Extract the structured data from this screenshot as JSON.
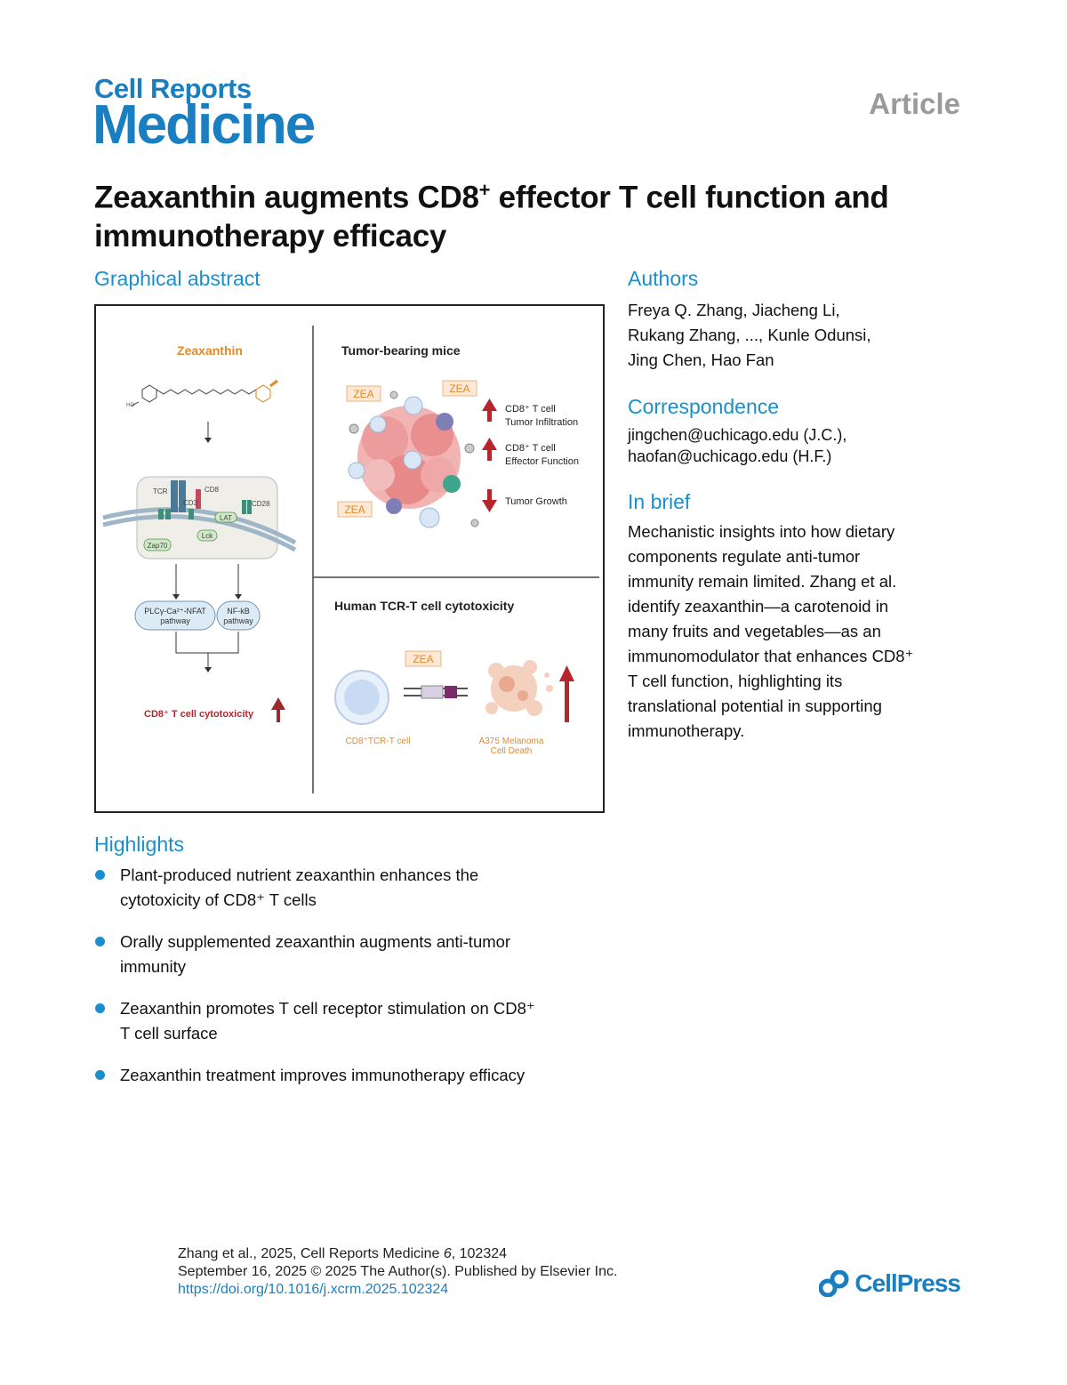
{
  "masthead": {
    "journal_line1": "Cell Reports",
    "journal_line2": "Medicine",
    "article_type": "Article"
  },
  "title": {
    "part1": "Zeaxanthin augments CD8",
    "sup": "+",
    "part2": " effector T cell function and immunotherapy efficacy"
  },
  "graphical_abstract": {
    "heading": "Graphical abstract",
    "left_panel": {
      "compound": "Zeaxanthin",
      "receptor_labels": [
        "TCR",
        "CD8",
        "CD3",
        "LAT",
        "CD28",
        "Zap70",
        "Lck"
      ],
      "pathway1_line1": "PLCγ-Ca²⁺-NFAT",
      "pathway1_line2": "pathway",
      "pathway2_line1": "NF-kB",
      "pathway2_line2": "pathway",
      "outcome": "CD8⁺ T cell cytotoxicity"
    },
    "top_right_panel": {
      "title": "Tumor-bearing mice",
      "zea_tag": "ZEA",
      "effect1_line1": "CD8⁺ T cell",
      "effect1_line2": "Tumor Infiltration",
      "effect2_line1": "CD8⁺ T cell",
      "effect2_line2": "Effector Function",
      "effect3": "Tumor Growth"
    },
    "bottom_right_panel": {
      "title": "Human TCR-T cell cytotoxicity",
      "zea_tag": "ZEA",
      "cell_label": "CD8⁺TCR-T cell",
      "target_line1": "A375 Melanoma",
      "target_line2": "Cell Death"
    }
  },
  "authors": {
    "heading": "Authors",
    "line1": "Freya Q. Zhang, Jiacheng Li,",
    "line2": "Rukang Zhang, ..., Kunle Odunsi,",
    "line3": "Jing Chen, Hao Fan"
  },
  "correspondence": {
    "heading": "Correspondence",
    "line1": "jingchen@uchicago.edu (J.C.),",
    "line2": "haofan@uchicago.edu (H.F.)"
  },
  "in_brief": {
    "heading": "In brief",
    "lines": [
      "Mechanistic insights into how dietary",
      "components regulate anti-tumor",
      "immunity remain limited. Zhang et al.",
      "identify zeaxanthin—a carotenoid in",
      "many fruits and vegetables—as an",
      "immunomodulator that enhances CD8⁺",
      "T cell function, highlighting its",
      "translational potential in supporting",
      "immunotherapy."
    ]
  },
  "highlights": {
    "heading": "Highlights",
    "items": [
      {
        "line1": "Plant-produced nutrient zeaxanthin enhances the",
        "line2": "cytotoxicity of CD8⁺ T cells"
      },
      {
        "line1": "Orally supplemented zeaxanthin augments anti-tumor",
        "line2": "immunity"
      },
      {
        "line1": "Zeaxanthin promotes T cell receptor stimulation on CD8⁺",
        "line2": "T cell surface"
      },
      {
        "line1": "Zeaxanthin treatment improves immunotherapy efficacy",
        "line2": ""
      }
    ]
  },
  "footer": {
    "citation_authors": "Zhang et al., 2025, Cell Reports Medicine ",
    "citation_volume": "6",
    "citation_article": ", 102324",
    "date_line": "September 16, 2025 © 2025 The Author(s). Published by Elsevier Inc.",
    "doi": "https://doi.org/10.1016/j.xcrm.2025.102324",
    "publisher": "CellPress"
  },
  "colors": {
    "brand_blue": "#1a7fc1",
    "section_blue": "#1a8fcd",
    "accent_red": "#b5252c",
    "zea_orange": "#e08a2c",
    "article_gray": "#9a9a9a"
  }
}
